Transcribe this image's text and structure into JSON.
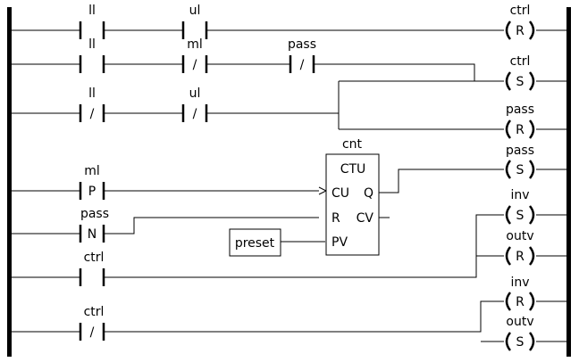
{
  "contacts": [
    {
      "id": "c1",
      "var": "ll",
      "sym": ""
    },
    {
      "id": "c2",
      "var": "ul",
      "sym": ""
    },
    {
      "id": "c3",
      "var": "ll",
      "sym": ""
    },
    {
      "id": "c4",
      "var": "ml",
      "sym": "/"
    },
    {
      "id": "c5",
      "var": "pass",
      "sym": "/"
    },
    {
      "id": "c6",
      "var": "ll",
      "sym": "/"
    },
    {
      "id": "c7",
      "var": "ul",
      "sym": "/"
    },
    {
      "id": "c8",
      "var": "ml",
      "sym": "P"
    },
    {
      "id": "c9",
      "var": "pass",
      "sym": "N"
    },
    {
      "id": "c10",
      "var": "ctrl",
      "sym": ""
    },
    {
      "id": "c11",
      "var": "ctrl",
      "sym": "/"
    }
  ],
  "coils": [
    {
      "id": "k1",
      "var": "ctrl",
      "sym": "R"
    },
    {
      "id": "k2",
      "var": "ctrl",
      "sym": "S"
    },
    {
      "id": "k3",
      "var": "pass",
      "sym": "R"
    },
    {
      "id": "k4",
      "var": "pass",
      "sym": "S"
    },
    {
      "id": "k5",
      "var": "inv",
      "sym": "S"
    },
    {
      "id": "k6",
      "var": "outv",
      "sym": "R"
    },
    {
      "id": "k7",
      "var": "inv",
      "sym": "R"
    },
    {
      "id": "k8",
      "var": "outv",
      "sym": "S"
    }
  ],
  "counter": {
    "instance": "cnt",
    "type": "CTU",
    "inputs": [
      "CU",
      "R",
      "PV"
    ],
    "outputs": [
      "Q",
      "CV"
    ]
  },
  "preset": {
    "label": "preset"
  }
}
